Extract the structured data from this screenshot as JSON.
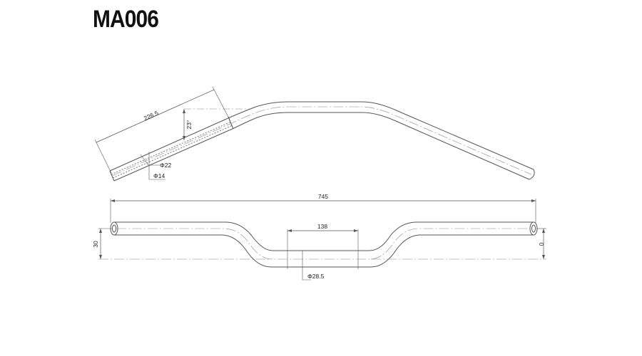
{
  "title": "MA006",
  "dimensions": {
    "length_along_grip": "226.5",
    "sweep_angle": "23°",
    "outer_diameter": "Φ22",
    "inner_diameter": "Φ14",
    "overall_width": "745",
    "center_width": "138",
    "rise": "30",
    "end_offset": "0",
    "center_diameter": "Φ28.5"
  },
  "colors": {
    "outline": "#555555",
    "centerline": "#888888",
    "text": "#222222"
  }
}
